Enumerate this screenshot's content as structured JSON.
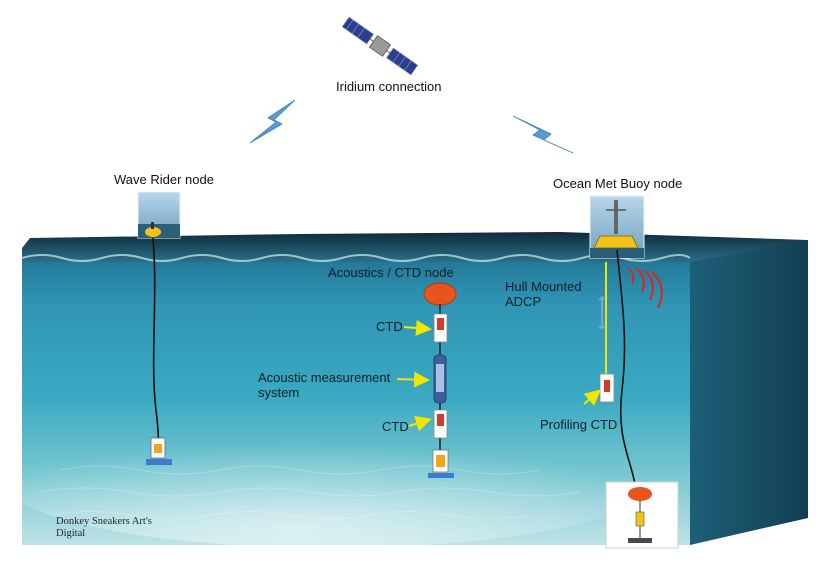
{
  "labels": {
    "iridium": "Iridium connection",
    "wave_rider": "Wave Rider node",
    "ocean_met": "Ocean Met Buoy node",
    "acoustics_ctd": "Acoustics / CTD node",
    "hull_adcp_line1": "Hull Mounted",
    "hull_adcp_line2": "ADCP",
    "ctd_top": "CTD",
    "acoustic_system_line1": "Acoustic measurement",
    "acoustic_system_line2": "system",
    "ctd_bottom": "CTD",
    "profiling_ctd": "Profiling CTD"
  },
  "credit": {
    "line1": "Donkey Sneakers Art's",
    "line2": "Digital"
  },
  "colors": {
    "water_top": "#2f8fb0",
    "water_mid": "#3aa6c0",
    "seabed": "#bfe3e6",
    "float_orange": "#e8541e",
    "arrow_yellow": "#f2e600",
    "adcp_wave_red": "#d8261c",
    "lightning_blue": "#5b9bd5"
  }
}
